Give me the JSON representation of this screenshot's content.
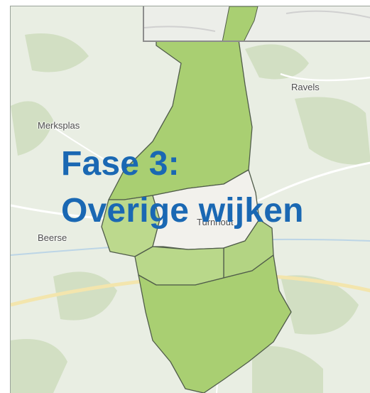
{
  "map": {
    "places": {
      "ravels": "Ravels",
      "merksplas": "Merksplas",
      "beerse": "Beerse",
      "turnhout": "Turnhout"
    },
    "colors": {
      "background": "#e9eee3",
      "forest": "#cfddc0",
      "district_fill": "#a9cf72",
      "district_fill_light": "#bcd98d",
      "district_border": "#4f5b4a",
      "center_fill": "#f4f2ee",
      "road_major": "#f4e7b3",
      "water": "#b7d3e6"
    }
  },
  "headline": {
    "line1": "Fase 3:",
    "line2": "Overige wijken",
    "color": "#1a68b3"
  }
}
